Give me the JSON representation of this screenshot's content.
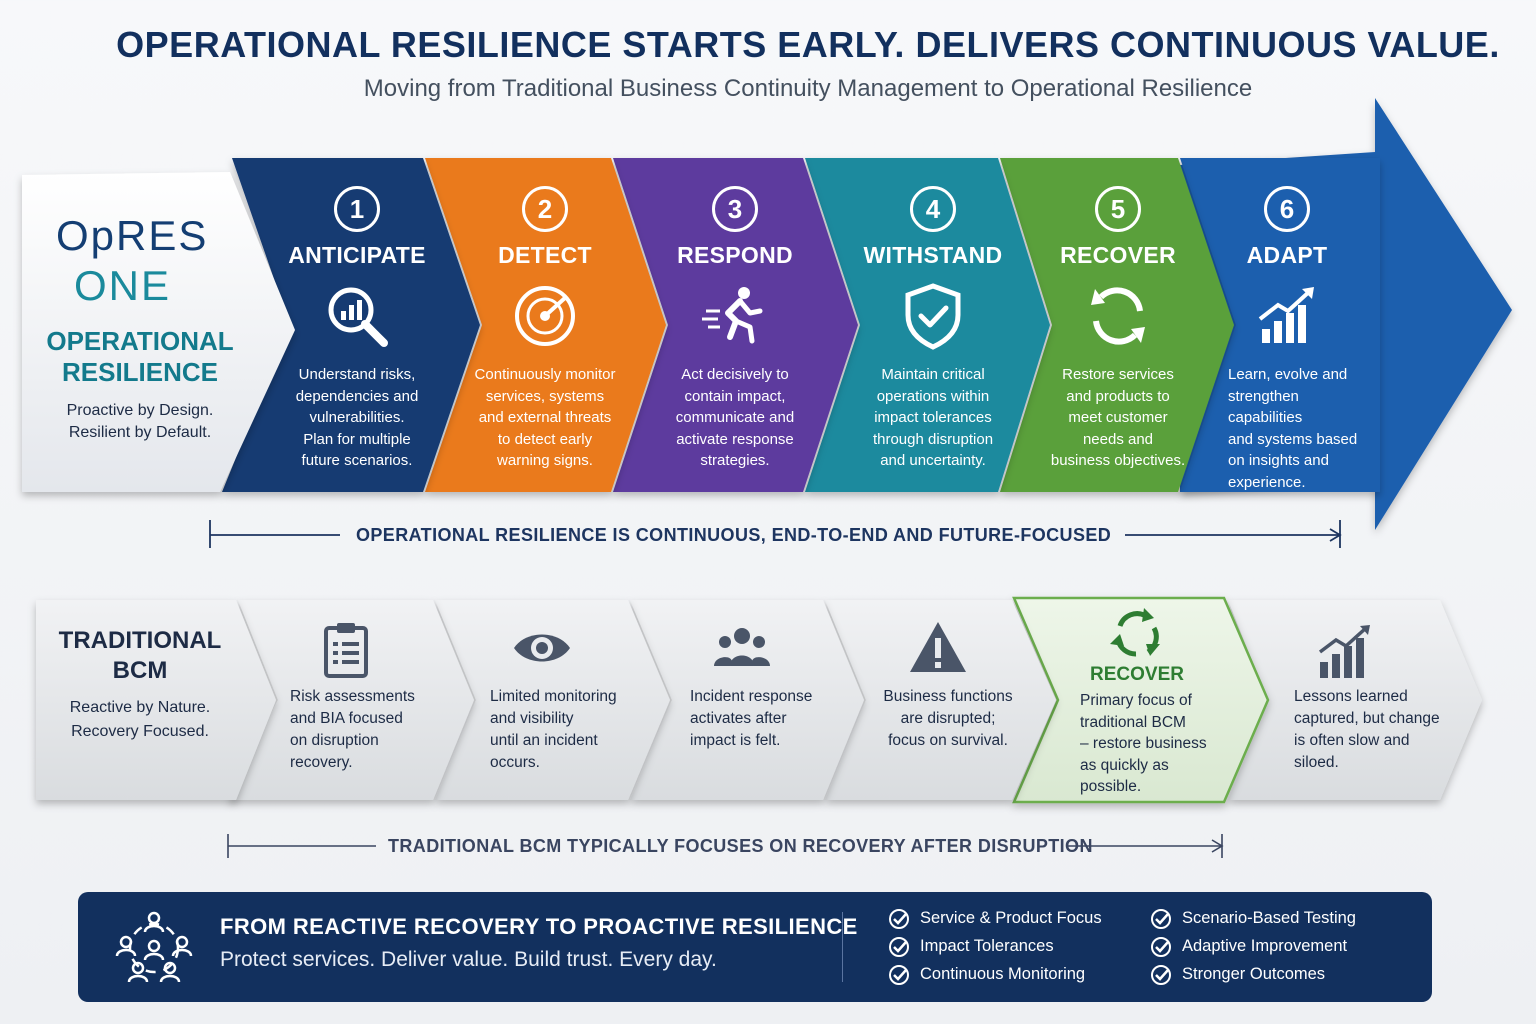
{
  "header": {
    "title": "OPERATIONAL RESILIENCE STARTS EARLY. DELIVERS CONTINUOUS VALUE.",
    "subtitle": "Moving from Traditional Business Continuity Management to Operational Resilience"
  },
  "brand": {
    "logo_top": "OpRES",
    "logo_bottom": "ONE",
    "name_line1": "OPERATIONAL",
    "name_line2": "RESILIENCE",
    "tag_line1": "Proactive by Design.",
    "tag_line2": "Resilient by Default."
  },
  "stages": [
    {
      "number": "1",
      "name": "ANTICIPATE",
      "icon": "magnifier-chart-icon",
      "color": "#153a72",
      "desc": [
        "Understand risks,",
        "dependencies and",
        "vulnerabilities.",
        "Plan for multiple",
        "future scenarios."
      ]
    },
    {
      "number": "2",
      "name": "DETECT",
      "icon": "radar-target-icon",
      "color": "#ea7a1c",
      "desc": [
        "Continuously monitor",
        "services, systems",
        "and external threats",
        "to detect early",
        "warning signs."
      ]
    },
    {
      "number": "3",
      "name": "RESPOND",
      "icon": "running-person-icon",
      "color": "#5d3a9e",
      "desc": [
        "Act decisively to",
        "contain impact,",
        "communicate and",
        "activate response",
        "strategies."
      ]
    },
    {
      "number": "4",
      "name": "WITHSTAND",
      "icon": "shield-check-icon",
      "color": "#1b8a9e",
      "desc": [
        "Maintain critical",
        "operations within",
        "impact tolerances",
        "through disruption",
        "and uncertainty."
      ]
    },
    {
      "number": "5",
      "name": "RECOVER",
      "icon": "refresh-cycle-icon",
      "color": "#5aa03a",
      "desc": [
        "Restore services",
        "and products to",
        "meet customer",
        "needs and",
        "business objectives."
      ]
    },
    {
      "number": "6",
      "name": "ADAPT",
      "icon": "growth-chart-icon",
      "color": "#1f5fae",
      "desc": [
        "Learn, evolve and",
        "strengthen capabilities",
        "and systems based",
        "on insights and",
        "experience."
      ]
    }
  ],
  "top_bracket": "OPERATIONAL RESILIENCE IS CONTINUOUS, END-TO-END AND FUTURE-FOCUSED",
  "traditional": {
    "title_line1": "TRADITIONAL",
    "title_line2": "BCM",
    "desc_line1": "Reactive by Nature.",
    "desc_line2": "Recovery Focused.",
    "stages": [
      {
        "icon": "clipboard-list-icon",
        "desc": [
          "Risk assessments",
          "and BIA focused",
          "on disruption",
          "recovery."
        ]
      },
      {
        "icon": "eye-icon",
        "desc": [
          "Limited monitoring",
          "and visibility",
          "until an incident",
          "occurs."
        ]
      },
      {
        "icon": "people-group-icon",
        "desc": [
          "Incident response",
          "activates after",
          "impact is felt."
        ]
      },
      {
        "icon": "warning-triangle-icon",
        "desc": [
          "Business functions",
          "are disrupted;",
          "focus on survival."
        ]
      },
      {
        "icon": "recycle-arrows-icon",
        "title": "RECOVER",
        "desc": [
          "Primary focus of",
          "traditional BCM",
          "– restore business",
          "as quickly as",
          "possible."
        ]
      },
      {
        "icon": "bar-chart-icon",
        "desc": [
          "Lessons learned",
          "captured, but change",
          "is often slow and",
          "siloed."
        ]
      }
    ]
  },
  "bottom_bracket": "TRADITIONAL BCM TYPICALLY FOCUSES ON RECOVERY AFTER DISRUPTION",
  "banner": {
    "icon": "network-people-icon",
    "title": "FROM REACTIVE RECOVERY TO PROACTIVE RESILIENCE",
    "subtitle": "Protect services. Deliver value. Build trust. Every day.",
    "checks_left": [
      "Service & Product Focus",
      "Impact Tolerances",
      "Continuous Monitoring"
    ],
    "checks_right": [
      "Scenario-Based Testing",
      "Adaptive Improvement",
      "Stronger Outcomes"
    ]
  }
}
